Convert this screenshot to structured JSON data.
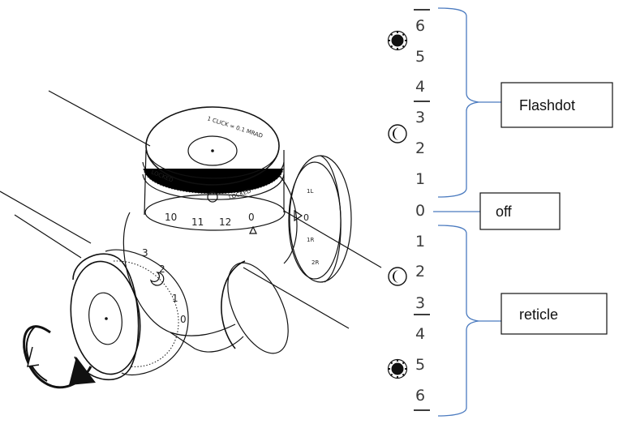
{
  "scale": {
    "upper": [
      "6",
      "5",
      "4",
      "3",
      "2",
      "1"
    ],
    "zero": "0",
    "lower": [
      "1",
      "2",
      "3",
      "4",
      "5",
      "6"
    ]
  },
  "labels": {
    "flashdot": "Flashdot",
    "off": "off",
    "reticle": "reticle"
  },
  "turret": {
    "click_text": "1 CLICK = 0.1 MRAD",
    "locked_left": "LOCKED",
    "locked_right": "LOCKED",
    "dial_numbers": [
      "10",
      "11",
      "12",
      "0"
    ],
    "side_dial": [
      "3",
      "2",
      "1",
      "0"
    ],
    "right_dial": [
      "1L",
      "0",
      "1R",
      "2R"
    ]
  },
  "icons": [
    "sun-icon",
    "moon-icon",
    "rotate-arrow-icon"
  ]
}
